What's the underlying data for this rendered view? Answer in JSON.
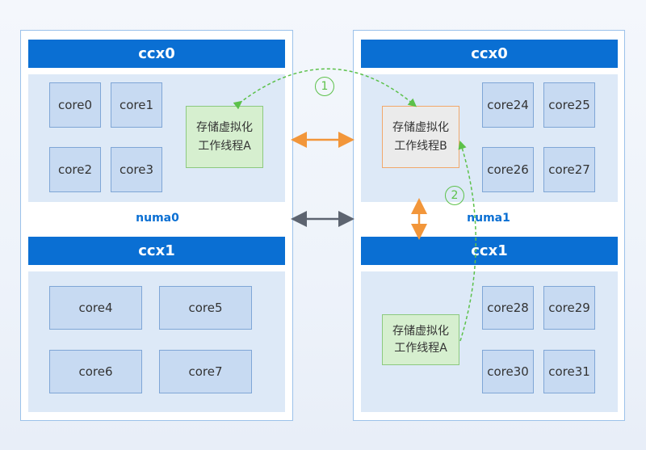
{
  "colors": {
    "ccx_header": "#0a6fd3",
    "ccx_body": "#dde9f7",
    "core_fill": "#c7daf2",
    "numa_label": "#0a6fd3",
    "orange_arrow": "#f2963a",
    "gray_arrow": "#5d6470",
    "green_path": "#5cc14a"
  },
  "left": {
    "numa_label": "numa0",
    "ccx0": {
      "title": "ccx0",
      "cores": [
        "core0",
        "core1",
        "core2",
        "core3"
      ],
      "thread": {
        "line1": "存储虚拟化",
        "line2": "工作线程A"
      }
    },
    "ccx1": {
      "title": "ccx1",
      "cores": [
        "core4",
        "core5",
        "core6",
        "core7"
      ]
    }
  },
  "right": {
    "numa_label": "numa1",
    "ccx0": {
      "title": "ccx0",
      "cores": [
        "core24",
        "core25",
        "core26",
        "core27"
      ],
      "thread": {
        "line1": "存储虚拟化",
        "line2": "工作线程B"
      }
    },
    "ccx1": {
      "title": "ccx1",
      "cores": [
        "core28",
        "core29",
        "core30",
        "core31"
      ],
      "thread": {
        "line1": "存储虚拟化",
        "line2": "工作线程A"
      }
    }
  },
  "steps": [
    "1",
    "2"
  ]
}
